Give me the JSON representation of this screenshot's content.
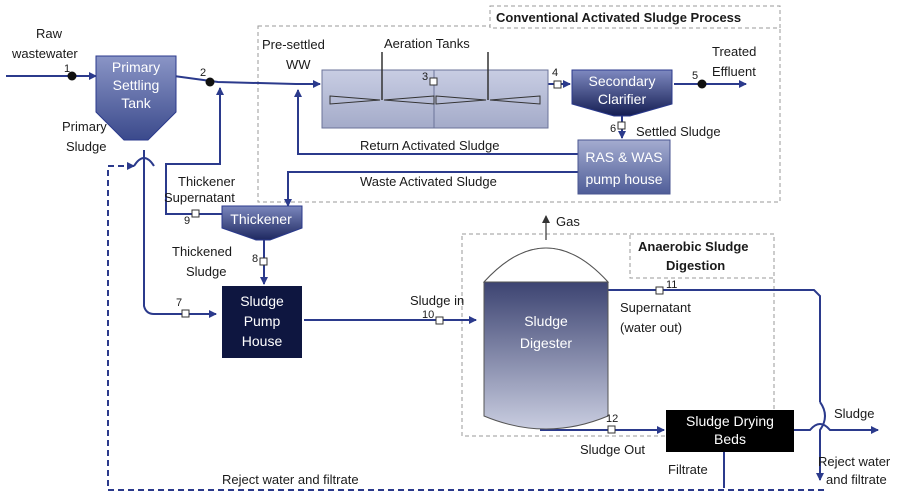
{
  "sections": {
    "conventional": "Conventional Activated Sludge Process",
    "anaerobic_line1": "Anaerobic Sludge",
    "anaerobic_line2": "Digestion"
  },
  "units": {
    "primary_settling": [
      "Primary",
      "Settling",
      "Tank"
    ],
    "aeration": "Aeration Tanks",
    "secondary_clarifier": [
      "Secondary",
      "Clarifier"
    ],
    "ras_was": [
      "RAS & WAS",
      "pump house"
    ],
    "thickener": "Thickener",
    "sludge_pump": [
      "Sludge",
      "Pump",
      "House"
    ],
    "digester": [
      "Sludge",
      "Digester"
    ],
    "drying_beds": [
      "Sludge Drying",
      "Beds"
    ]
  },
  "streams": {
    "raw_wastewater": [
      "Raw",
      "wastewater"
    ],
    "primary_sludge": [
      "Primary",
      "Sludge"
    ],
    "presettled_ww": [
      "Pre-settled",
      "WW"
    ],
    "treated_effluent": [
      "Treated",
      "Effluent"
    ],
    "settled_sludge": "Settled Sludge",
    "return_activated_sludge": "Return Activated Sludge",
    "waste_activated_sludge": "Waste Activated  Sludge",
    "thickener_supernatant": [
      "Thickener",
      "Supernatant"
    ],
    "thickened_sludge": [
      "Thickened",
      "Sludge"
    ],
    "gas": "Gas",
    "sludge_in": "Sludge in",
    "supernatant_water_out": [
      "Supernatant",
      "(water out)"
    ],
    "sludge": "Sludge",
    "sludge_out": "Sludge Out",
    "filtrate": "Filtrate",
    "reject_water_filtrate_bottom": "Reject water and filtrate",
    "reject_water_filtrate_right": [
      "Reject water",
      "and filtrate"
    ]
  },
  "points": [
    "1",
    "2",
    "3",
    "4",
    "5",
    "6",
    "7",
    "8",
    "9",
    "10",
    "11",
    "12"
  ],
  "colors": {
    "pipe": "#2b3a8c",
    "unit_dark": "#0e1640",
    "unit_mid": "#3c4a8a",
    "unit_light": "#7a86b8",
    "aeration_fill": "#b9c0d8"
  }
}
